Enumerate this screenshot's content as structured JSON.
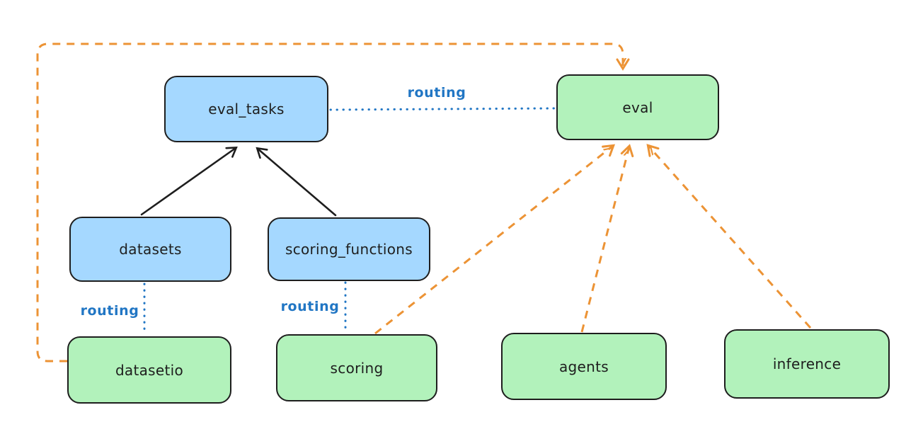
{
  "colors": {
    "stroke": "#1e1e1e",
    "blue_fill": "#a5d8ff",
    "green_fill": "#b2f2bb",
    "routing_blue": "#2176c4",
    "orange": "#ec9335",
    "background": "#ffffff"
  },
  "nodes": {
    "eval_tasks": {
      "label": "eval_tasks",
      "fill": "blue"
    },
    "eval": {
      "label": "eval",
      "fill": "green"
    },
    "datasets": {
      "label": "datasets",
      "fill": "blue"
    },
    "scoring_functions": {
      "label": "scoring_functions",
      "fill": "blue"
    },
    "datasetio": {
      "label": "datasetio",
      "fill": "green"
    },
    "scoring": {
      "label": "scoring",
      "fill": "green"
    },
    "agents": {
      "label": "agents",
      "fill": "green"
    },
    "inference": {
      "label": "inference",
      "fill": "green"
    }
  },
  "edge_labels": {
    "routing_eval_tasks_eval": "routing",
    "routing_datasets_datasetio": "routing",
    "routing_scoring_functions_scoring": "routing"
  }
}
